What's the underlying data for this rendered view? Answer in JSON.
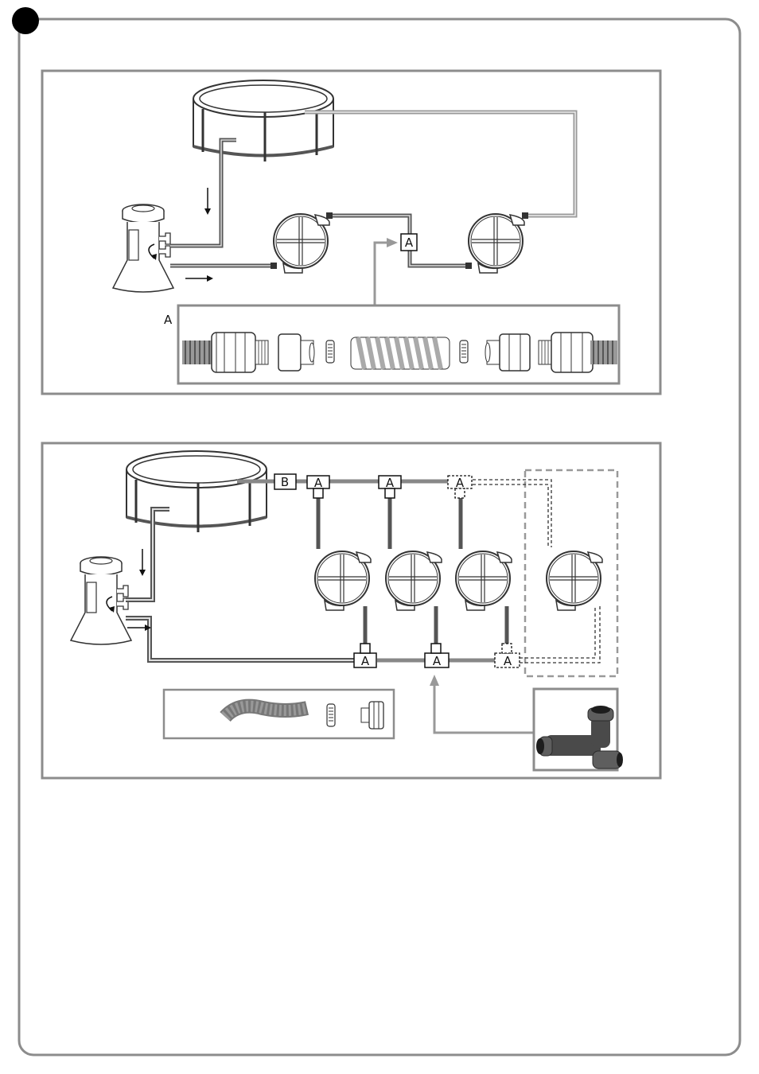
{
  "labels": {
    "connector_a": "A",
    "connector_b": "B",
    "detail_a": "A"
  },
  "colors": {
    "frame": "#8c8c8c",
    "hose_dark": "#555555",
    "hose_light": "#bdbdbd",
    "fitting": "#5b5b5b"
  },
  "icons": [
    "pool-icon",
    "filter-pump-icon",
    "heater-icon",
    "hose-icon",
    "clamp-icon",
    "adapter-icon",
    "t-connector-icon",
    "arrow-icon"
  ]
}
